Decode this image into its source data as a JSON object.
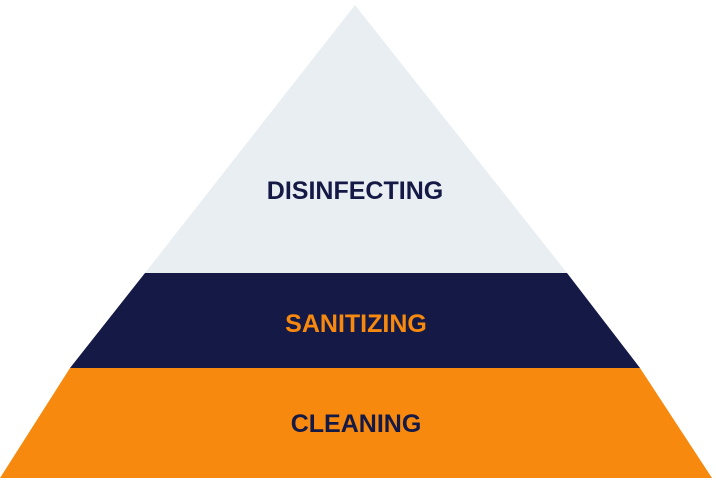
{
  "pyramid": {
    "tiers": [
      {
        "label": "DISINFECTING",
        "fill": "#e9eef2",
        "text_color": "#141946"
      },
      {
        "label": "SANITIZING",
        "fill": "#141946",
        "text_color": "#f7890f"
      },
      {
        "label": "CLEANING",
        "fill": "#f7890f",
        "text_color": "#141946"
      }
    ]
  }
}
